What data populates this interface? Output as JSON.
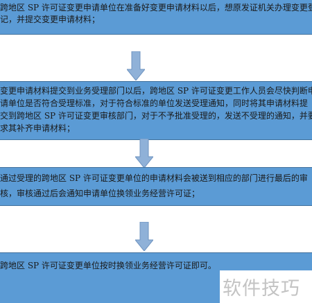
{
  "steps": [
    {
      "lines": [
        "跨地区 SP 许可证变更申请单位在准备好变更申请材料以后，想原发证机关办理变更登",
        "记，并提交变更申请材料；"
      ]
    },
    {
      "lines": [
        "变更申请材料提交到业务受理部门以后，跨地区 SP 许可证变更工作人员会尽快判断申",
        "请单位是否符合受理标准，对于符合标准的单位发送受理通知，同时将其申请材料提",
        "交到跨地区 SP 许可证变更审核部门，对于不予批准受理的，发送不受理的通知，并要",
        "求其补齐申请材料；"
      ]
    },
    {
      "lines": [
        "通过受理的跨地区 SP 许可证变更单位的申请材料会被送到相应的部门进行最后的审",
        "核，审核通过后会通知申请单位换领业务经营许可证；"
      ]
    },
    {
      "lines": [
        "跨地区 SP 许可证变更单位按时换领业务经营许可证即可。"
      ]
    }
  ],
  "watermark": {
    "text": "软件技巧"
  },
  "colors": {
    "box_fill": "#5b9bd5",
    "arrow_fill": "#8fb1d8"
  },
  "icons": [
    "down-arrow-icon",
    "down-arrow-icon",
    "down-arrow-icon"
  ]
}
